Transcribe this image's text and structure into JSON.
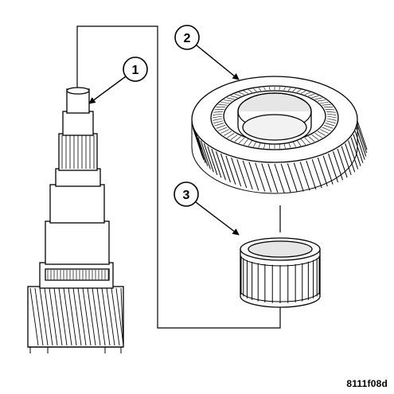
{
  "callouts": [
    {
      "id": "1",
      "label": "1"
    },
    {
      "id": "2",
      "label": "2"
    },
    {
      "id": "3",
      "label": "3"
    }
  ],
  "figure_id": "8111f08d",
  "colors": {
    "line": "#000000",
    "fill": "#ffffff",
    "shade": "#d9d9d9"
  }
}
